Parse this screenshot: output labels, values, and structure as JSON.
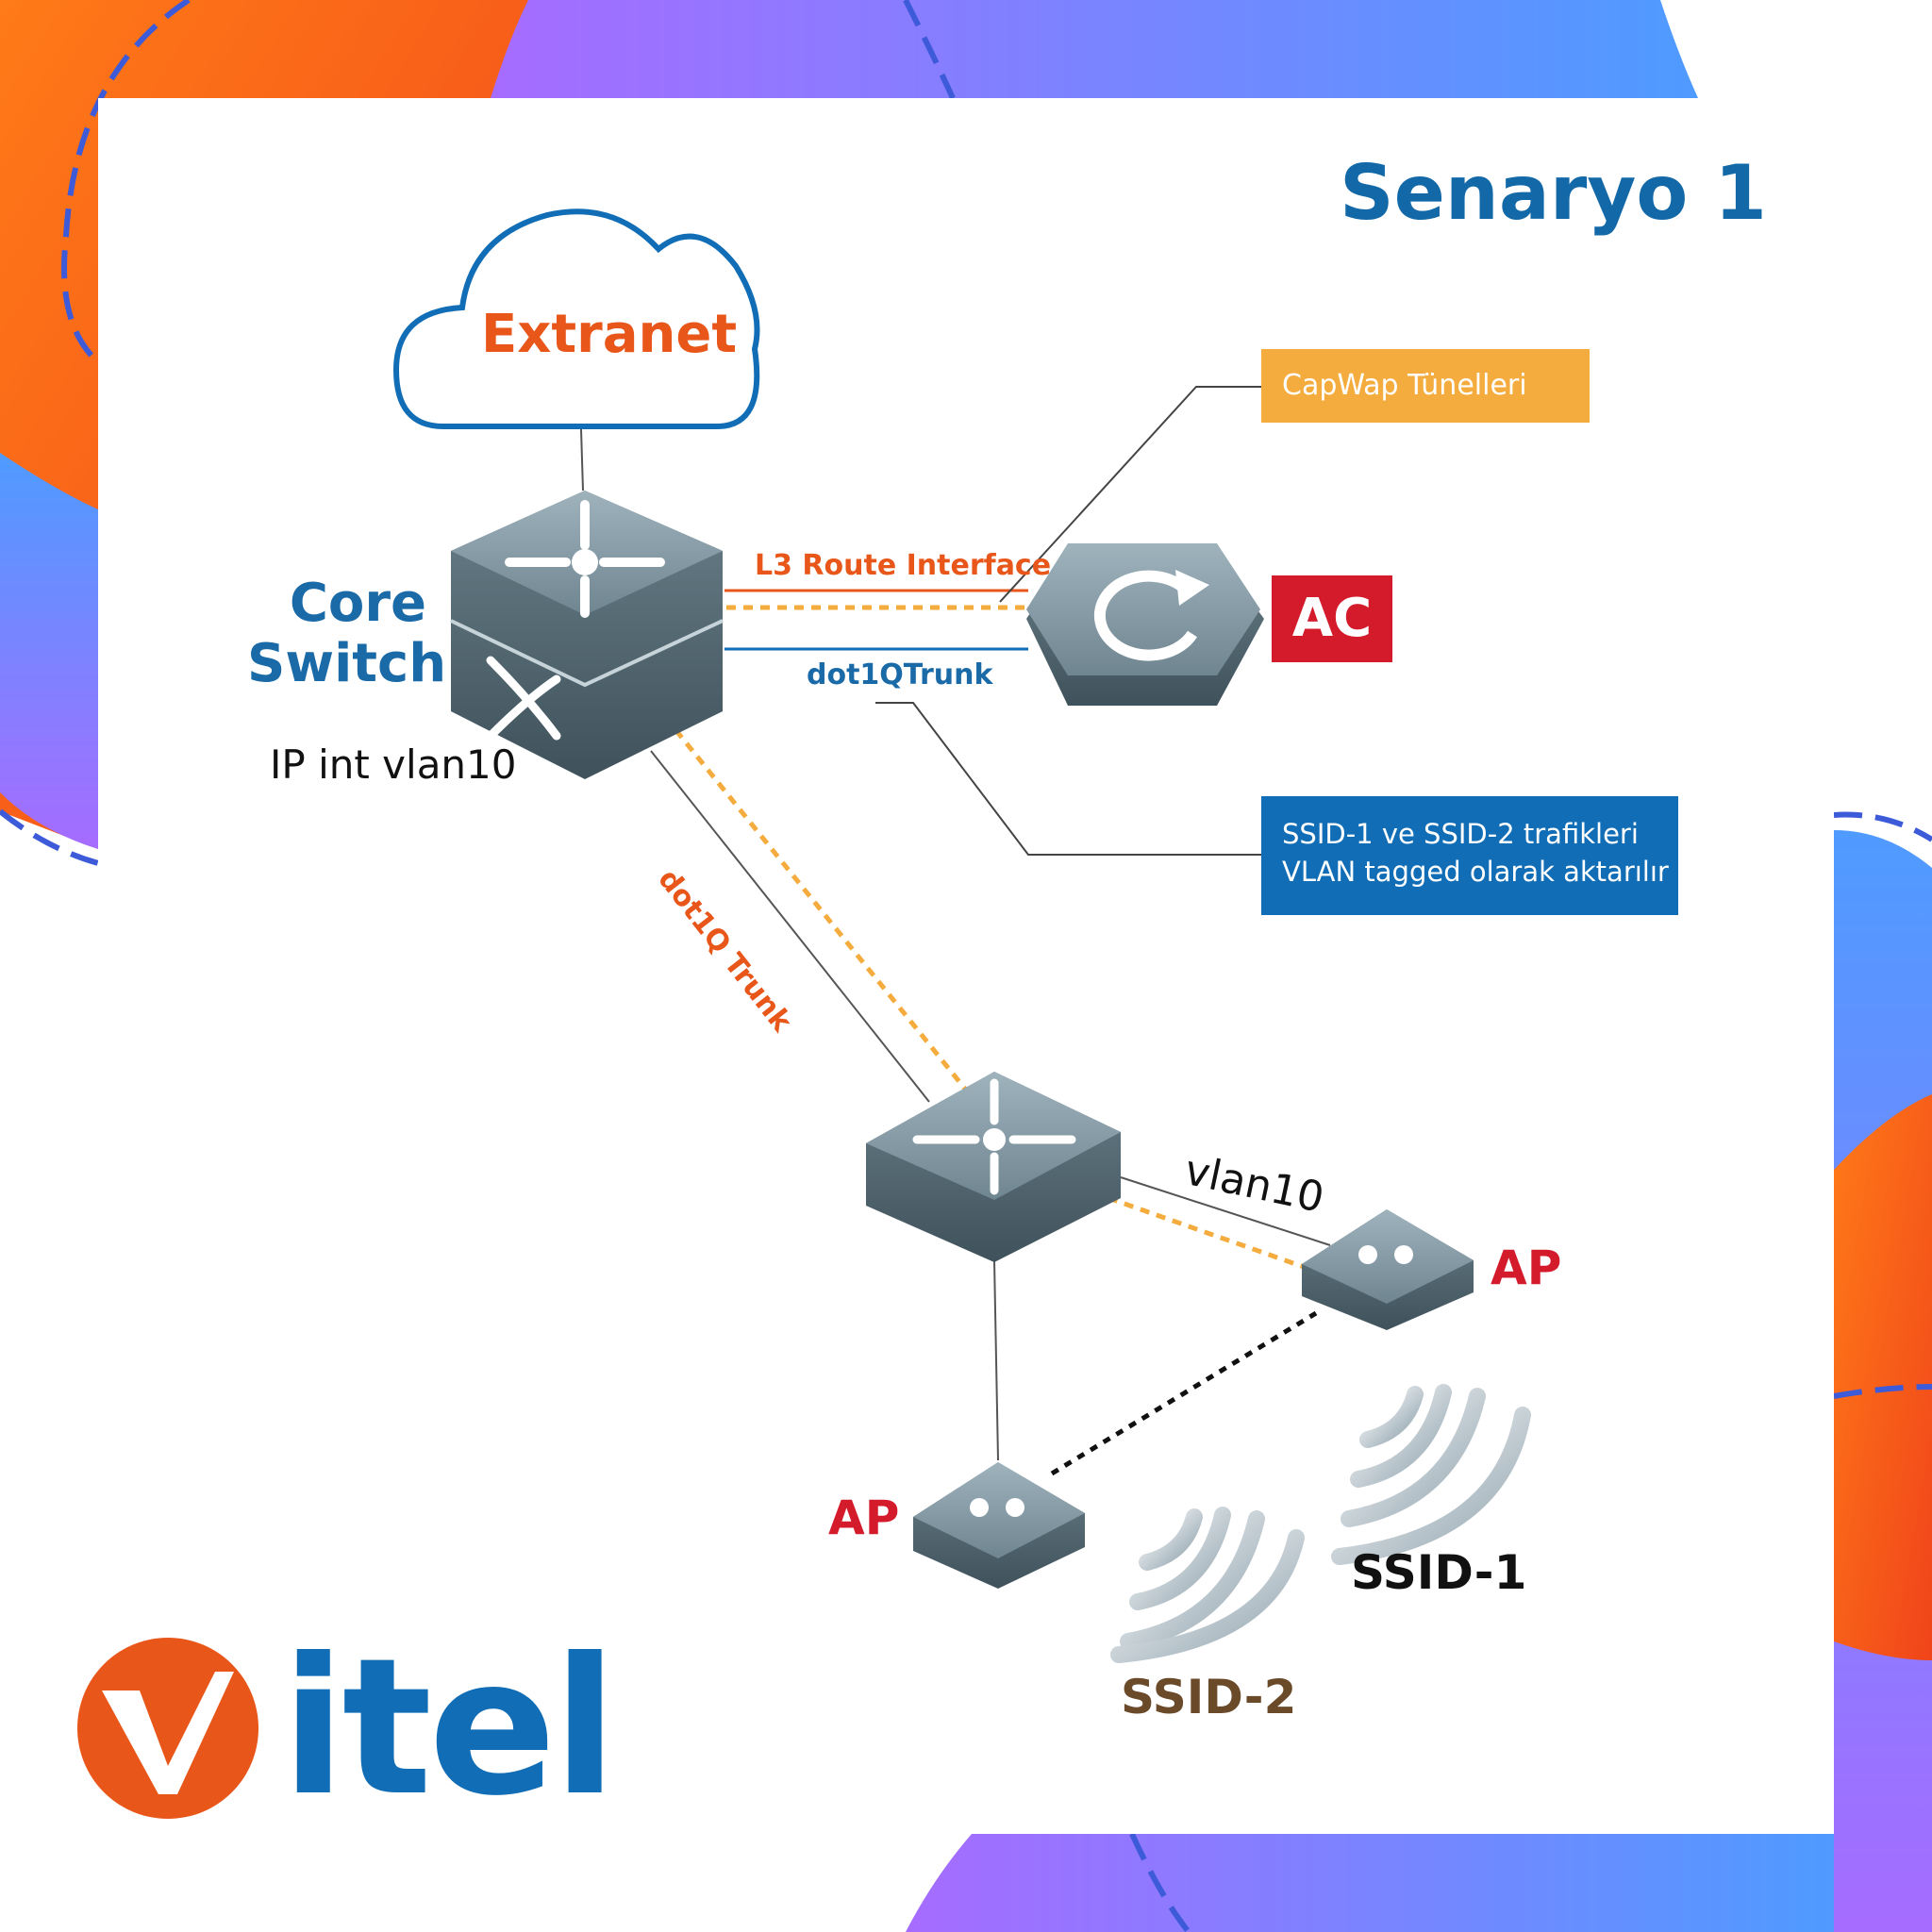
{
  "title": "Senaryo 1",
  "nodes": {
    "cloud": "Extranet",
    "core_line1": "Core",
    "core_line2": "Switch",
    "core_ip": "IP int vlan10",
    "controller": "AC",
    "ap_right": "AP",
    "ap_left": "AP"
  },
  "links": {
    "l3": "L3 Route Interface",
    "trunk_ac": "dot1QTrunk",
    "trunk_access": "dot1Q Trunk",
    "access_vlan": "vlan10"
  },
  "callouts": {
    "capwap": "CapWap Tünelleri",
    "vlan_line1": "SSID-1 ve SSID-2 trafikleri",
    "vlan_line2": "VLAN tagged olarak aktarılır"
  },
  "ssids": {
    "ssid1": "SSID-1",
    "ssid2": "SSID-2"
  },
  "logo": "itel",
  "colors": {
    "brand_blue": "#116db5",
    "brand_orange": "#e8561a",
    "alert_red": "#d41b2c",
    "capwap_yellow": "#f5ac3e"
  }
}
